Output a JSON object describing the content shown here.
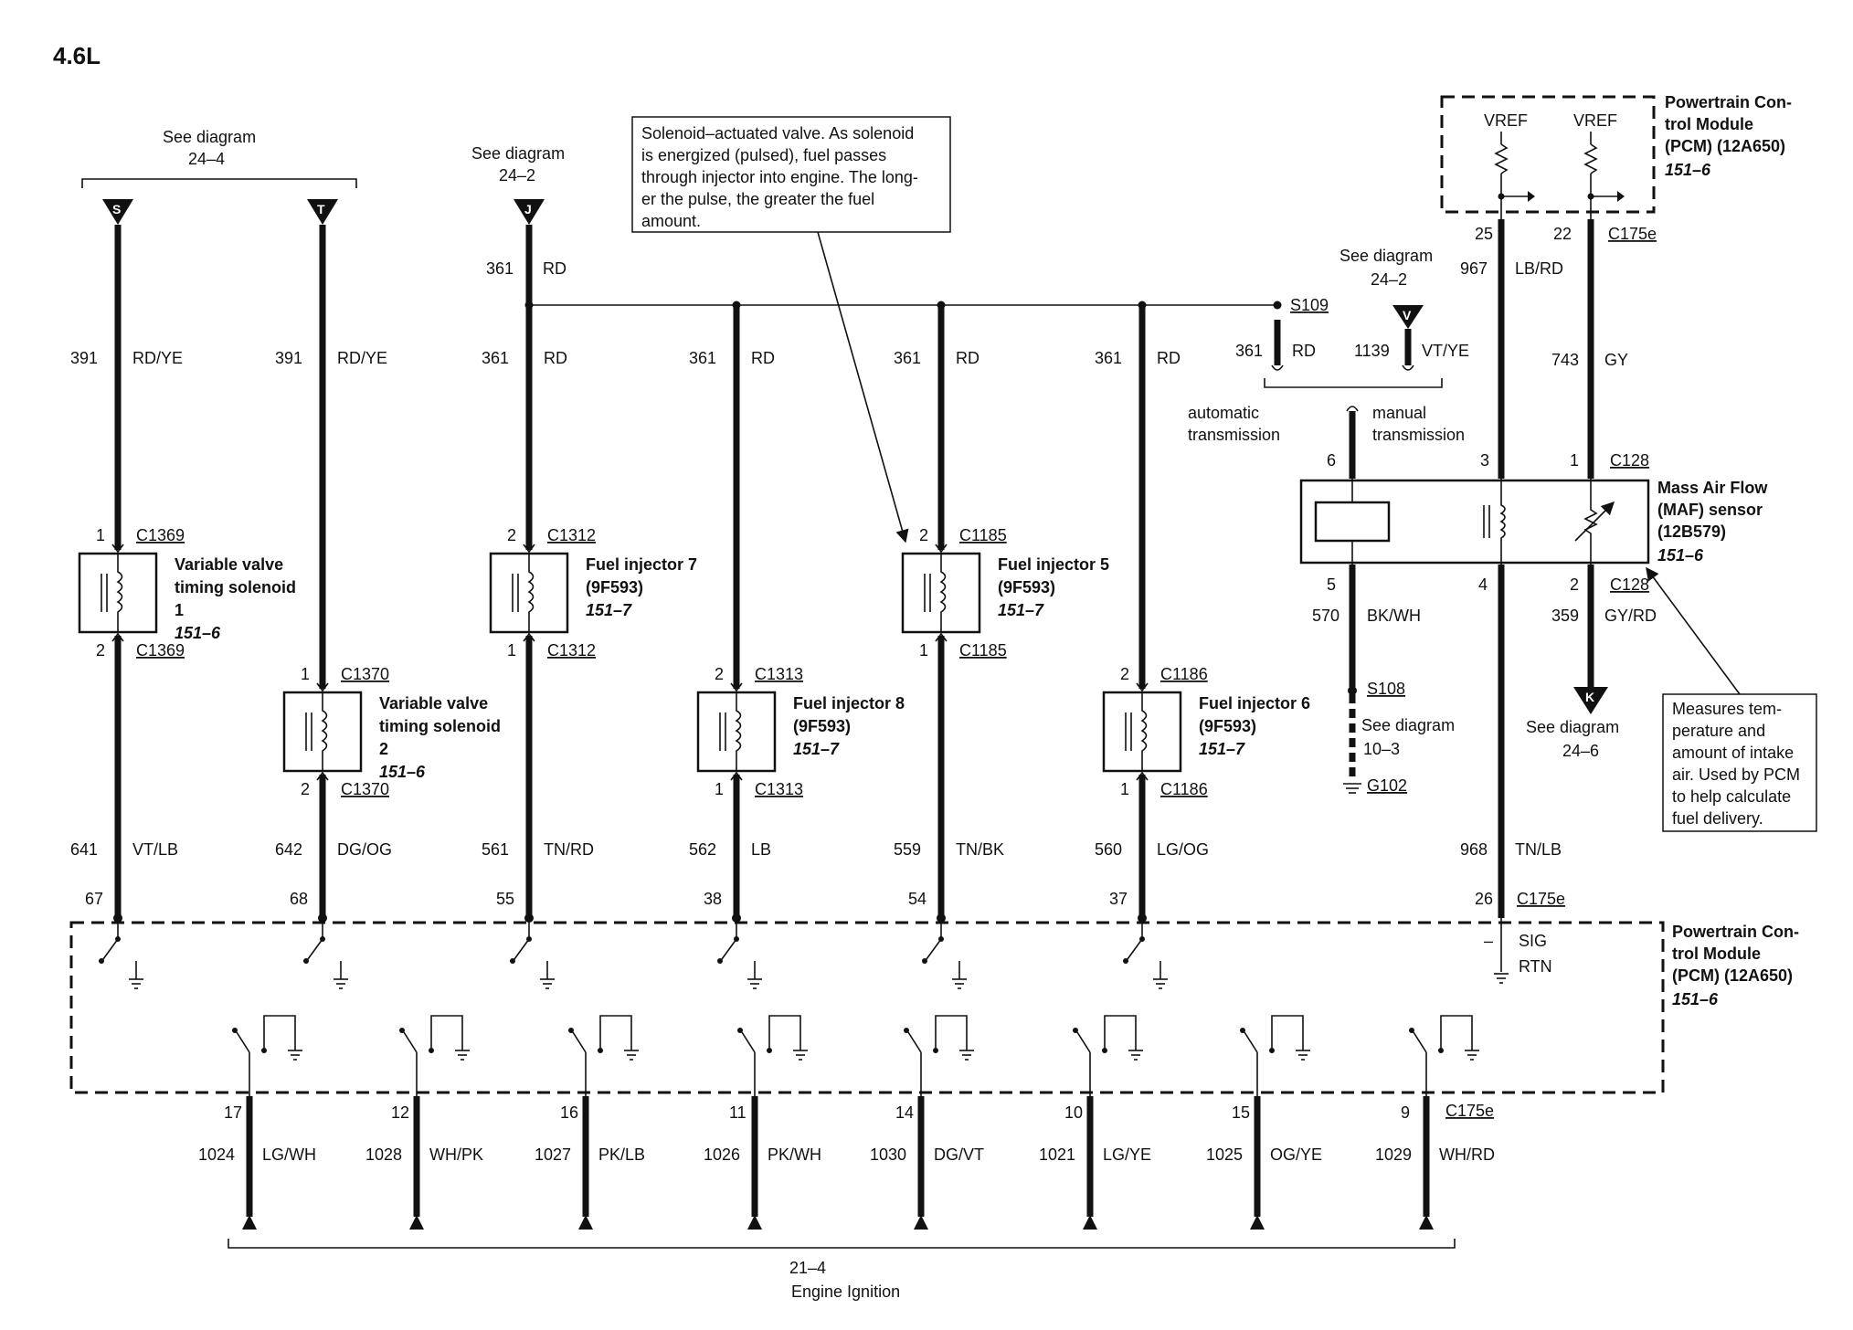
{
  "title": "4.6L",
  "labels": {
    "see_diagram": "See diagram",
    "ref_24_4": "24–4",
    "ref_24_2": "24–2",
    "ref_24_2b": "24–2",
    "ref_10_3": "10–3",
    "ref_24_6": "24–6",
    "ref_21_4": "21–4",
    "engine_ignition": "Engine Ignition",
    "automatic": "automatic",
    "automatic2": "transmission",
    "manual": "manual",
    "manual2": "transmission",
    "vref": "VREF",
    "sig": "SIG",
    "rtn": "RTN",
    "minus": "–"
  },
  "pcm_top": [
    "Powertrain Con-",
    "trol Module",
    "(PCM) (12A650)",
    "151–6"
  ],
  "pcm_main": [
    "Powertrain Con-",
    "trol Module",
    "(PCM) (12A650)",
    "151–6"
  ],
  "maf": [
    "Mass Air Flow",
    "(MAF) sensor",
    "(12B579)",
    "151–6"
  ],
  "note_injector": [
    "Solenoid–actuated valve. As solenoid",
    "is energized (pulsed), fuel passes",
    "through injector into engine. The long-",
    "er the pulse, the greater the fuel",
    "amount."
  ],
  "note_maf": [
    "Measures tem-",
    "perature and",
    "amount of intake",
    "air. Used by PCM",
    "to help calculate",
    "fuel delivery."
  ],
  "connector_refs": {
    "S": "S",
    "T": "T",
    "J": "J",
    "V": "V",
    "K": "K"
  },
  "splices": {
    "s109": "S109",
    "s108": "S108",
    "g102": "G102"
  },
  "connectors": {
    "c175e": "C175e",
    "c128": "C128"
  },
  "components": [
    {
      "name": [
        "Variable valve",
        "timing solenoid",
        "1",
        "151–6"
      ],
      "top_pin": "1",
      "bot_pin": "2",
      "conn": "C1369"
    },
    {
      "name": [
        "Variable valve",
        "timing solenoid",
        "2",
        "151–6"
      ],
      "top_pin": "1",
      "bot_pin": "2",
      "conn": "C1370"
    },
    {
      "name": [
        "Fuel injector 7",
        "(9F593)",
        "151–7"
      ],
      "top_pin": "2",
      "bot_pin": "1",
      "conn": "C1312"
    },
    {
      "name": [
        "Fuel injector 8",
        "(9F593)",
        "151–7"
      ],
      "top_pin": "2",
      "bot_pin": "1",
      "conn": "C1313"
    },
    {
      "name": [
        "Fuel injector 5",
        "(9F593)",
        "151–7"
      ],
      "top_pin": "2",
      "bot_pin": "1",
      "conn": "C1185"
    },
    {
      "name": [
        "Fuel injector 6",
        "(9F593)",
        "151–7"
      ],
      "top_pin": "2",
      "bot_pin": "1",
      "conn": "C1186"
    }
  ],
  "wires": {
    "top": [
      {
        "circuit": "391",
        "color": "RD/YE"
      },
      {
        "circuit": "391",
        "color": "RD/YE"
      },
      {
        "circuit": "361",
        "color": "RD"
      },
      {
        "circuit": "361",
        "color": "RD"
      },
      {
        "circuit": "361",
        "color": "RD"
      },
      {
        "circuit": "361",
        "color": "RD"
      }
    ],
    "j_feed": {
      "circuit": "361",
      "color": "RD"
    },
    "bottom": [
      {
        "circuit": "641",
        "color": "VT/LB",
        "pin": "67"
      },
      {
        "circuit": "642",
        "color": "DG/OG",
        "pin": "68"
      },
      {
        "circuit": "561",
        "color": "TN/RD",
        "pin": "55"
      },
      {
        "circuit": "562",
        "color": "LB",
        "pin": "38"
      },
      {
        "circuit": "559",
        "color": "TN/BK",
        "pin": "54"
      },
      {
        "circuit": "560",
        "color": "LG/OG",
        "pin": "37"
      }
    ],
    "s109_stub": {
      "circuit": "361",
      "color": "RD"
    },
    "v_stub": {
      "circuit": "1139",
      "color": "VT/YE"
    },
    "maf_top": [
      {
        "circuit": "967",
        "color": "LB/RD",
        "pcm_pin": "25",
        "maf_pin": "3"
      },
      {
        "circuit": "743",
        "color": "GY",
        "pcm_pin": "22",
        "maf_pin": "1"
      }
    ],
    "maf_pin6": "6",
    "maf_bottom": [
      {
        "circuit": "570",
        "color": "BK/WH",
        "pin": "5"
      },
      {
        "circuit": "968",
        "color": "TN/LB",
        "pin": "4",
        "pcm_pin": "26"
      },
      {
        "circuit": "359",
        "color": "GY/RD",
        "pin": "2"
      }
    ],
    "ignition": [
      {
        "pin": "17",
        "circuit": "1024",
        "color": "LG/WH"
      },
      {
        "pin": "12",
        "circuit": "1028",
        "color": "WH/PK"
      },
      {
        "pin": "16",
        "circuit": "1027",
        "color": "PK/LB"
      },
      {
        "pin": "11",
        "circuit": "1026",
        "color": "PK/WH"
      },
      {
        "pin": "14",
        "circuit": "1030",
        "color": "DG/VT"
      },
      {
        "pin": "10",
        "circuit": "1021",
        "color": "LG/YE"
      },
      {
        "pin": "15",
        "circuit": "1025",
        "color": "OG/YE"
      },
      {
        "pin": "9",
        "circuit": "1029",
        "color": "WH/RD"
      }
    ]
  }
}
